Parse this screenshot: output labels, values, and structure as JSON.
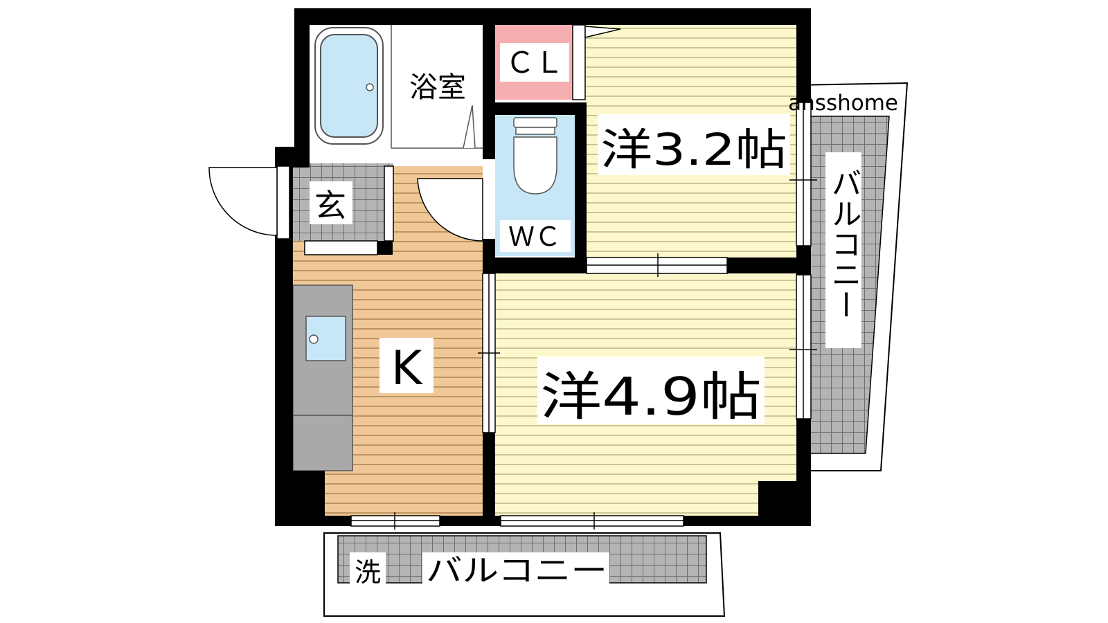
{
  "rooms": {
    "bath": "浴室",
    "closet": "ＣＬ",
    "toilet": "ＷＣ",
    "entrance": "玄",
    "kitchen": "K",
    "room_small": "洋3.2帖",
    "room_large": "洋4.9帖",
    "balcony_east": "バルコニー",
    "balcony_south": "バルコニー",
    "washer": "洗"
  },
  "watermark": "ansshome",
  "colors": {
    "wall": "#000000",
    "floor_yellow": "#fdf7cc",
    "floor_wood": "#f0c898",
    "bath_blue": "#c7e7f6",
    "closet_pink": "#f6aeb0",
    "tile_gray": "#b4b4b4",
    "counter_gray": "#a9a9a9"
  }
}
